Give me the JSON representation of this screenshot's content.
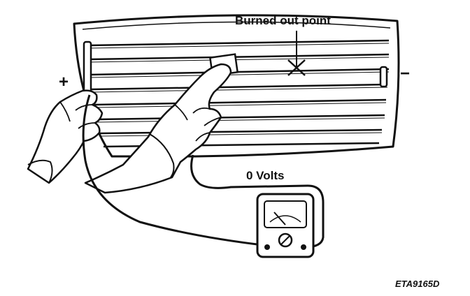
{
  "labels": {
    "burned_out_point": "Burned out point",
    "voltage": "0 Volts",
    "plus": "+",
    "minus": "−",
    "figure_code": "ETA9165D"
  },
  "diagram": {
    "subject": "rear window defogger grid test",
    "grid_line_count": 8,
    "meter_reading_volts": 0
  },
  "colors": {
    "ink": "#111111",
    "background": "#ffffff"
  }
}
